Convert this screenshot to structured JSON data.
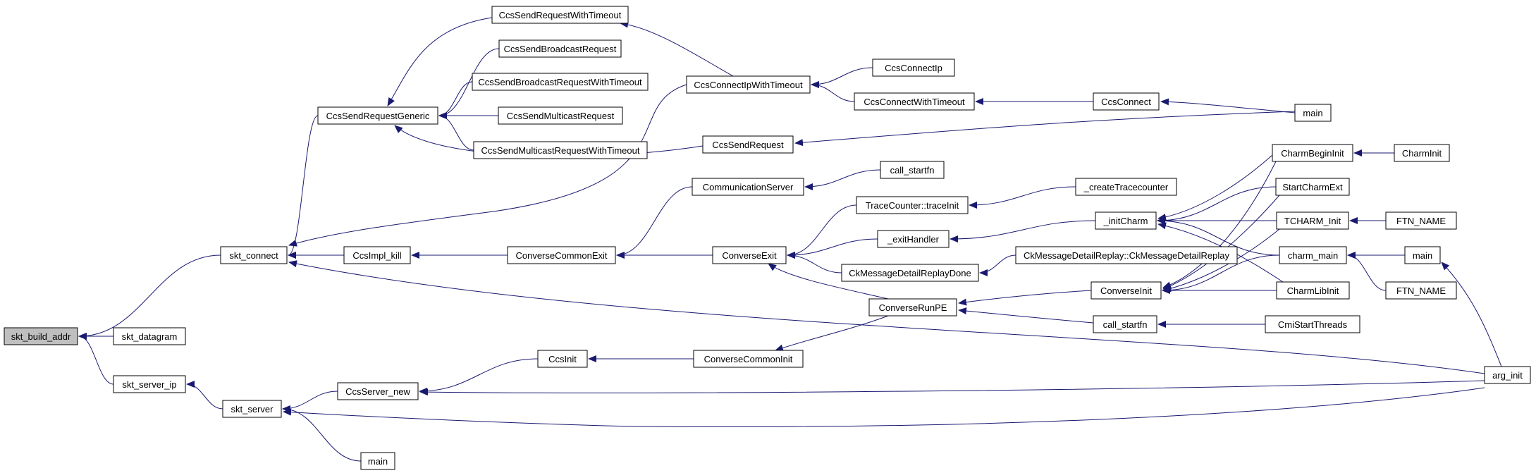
{
  "graph": {
    "title": "",
    "edge_color": "#191970",
    "current_node_fill": "#bfbfbf",
    "nodes": [
      {
        "id": "skt_build_addr",
        "label": "skt_build_addr",
        "current": true
      },
      {
        "id": "skt_datagram",
        "label": "skt_datagram"
      },
      {
        "id": "skt_server_ip",
        "label": "skt_server_ip"
      },
      {
        "id": "skt_connect",
        "label": "skt_connect"
      },
      {
        "id": "skt_server",
        "label": "skt_server"
      },
      {
        "id": "main_a",
        "label": "main"
      },
      {
        "id": "CcsSendRequestGeneric",
        "label": "CcsSendRequestGeneric"
      },
      {
        "id": "CcsImpl_kill",
        "label": "CcsImpl_kill"
      },
      {
        "id": "CcsServer_new",
        "label": "CcsServer_new"
      },
      {
        "id": "CcsSendRequestWithTimeout",
        "label": "CcsSendRequestWithTimeout"
      },
      {
        "id": "CcsSendBroadcastRequest",
        "label": "CcsSendBroadcastRequest"
      },
      {
        "id": "CcsSendBroadcastRequestWithTimeout",
        "label": "CcsSendBroadcastRequestWithTimeout"
      },
      {
        "id": "CcsSendMulticastRequest",
        "label": "CcsSendMulticastRequest"
      },
      {
        "id": "CcsSendMulticastRequestWithTimeout",
        "label": "CcsSendMulticastRequestWithTimeout"
      },
      {
        "id": "CcsInit",
        "label": "CcsInit"
      },
      {
        "id": "CcsConnectIpWithTimeout",
        "label": "CcsConnectIpWithTimeout"
      },
      {
        "id": "CcsSendRequest",
        "label": "CcsSendRequest"
      },
      {
        "id": "CommunicationServer",
        "label": "CommunicationServer"
      },
      {
        "id": "ConverseCommonExit",
        "label": "ConverseCommonExit"
      },
      {
        "id": "ConverseCommonInit",
        "label": "ConverseCommonInit"
      },
      {
        "id": "CcsConnectIp",
        "label": "CcsConnectIp"
      },
      {
        "id": "CcsConnectWithTimeout",
        "label": "CcsConnectWithTimeout"
      },
      {
        "id": "call_startfn_a",
        "label": "call_startfn"
      },
      {
        "id": "ConverseExit",
        "label": "ConverseExit"
      },
      {
        "id": "TraceCounter_traceInit",
        "label": "TraceCounter::traceInit"
      },
      {
        "id": "exitHandler",
        "label": "_exitHandler"
      },
      {
        "id": "CkMessageDetailReplayDone",
        "label": "CkMessageDetailReplayDone"
      },
      {
        "id": "ConverseRunPE",
        "label": "ConverseRunPE"
      },
      {
        "id": "CcsConnect",
        "label": "CcsConnect"
      },
      {
        "id": "createTracecounter",
        "label": "_createTracecounter"
      },
      {
        "id": "initCharm",
        "label": "_initCharm"
      },
      {
        "id": "CkMessageDetailReplay_ctor",
        "label": "CkMessageDetailReplay::CkMessageDetailReplay"
      },
      {
        "id": "ConverseInit",
        "label": "ConverseInit"
      },
      {
        "id": "call_startfn_b",
        "label": "call_startfn"
      },
      {
        "id": "CharmBeginInit",
        "label": "CharmBeginInit"
      },
      {
        "id": "StartCharmExt",
        "label": "StartCharmExt"
      },
      {
        "id": "TCHARM_Init",
        "label": "TCHARM_Init"
      },
      {
        "id": "charm_main",
        "label": "charm_main"
      },
      {
        "id": "CharmLibInit",
        "label": "CharmLibInit"
      },
      {
        "id": "CmiStartThreads",
        "label": "CmiStartThreads"
      },
      {
        "id": "main_b",
        "label": "main"
      },
      {
        "id": "CharmInit",
        "label": "CharmInit"
      },
      {
        "id": "FTN_NAME_a",
        "label": "FTN_NAME"
      },
      {
        "id": "main_c",
        "label": "main"
      },
      {
        "id": "FTN_NAME_b",
        "label": "FTN_NAME"
      },
      {
        "id": "arg_init",
        "label": "arg_init"
      }
    ],
    "edges": [
      [
        "skt_datagram",
        "skt_build_addr"
      ],
      [
        "skt_connect",
        "skt_build_addr"
      ],
      [
        "skt_server_ip",
        "skt_build_addr"
      ],
      [
        "skt_server",
        "skt_server_ip"
      ],
      [
        "CcsSendRequestGeneric",
        "skt_connect"
      ],
      [
        "CcsImpl_kill",
        "skt_connect"
      ],
      [
        "CcsConnectIpWithTimeout",
        "skt_connect"
      ],
      [
        "arg_init",
        "skt_connect"
      ],
      [
        "CcsServer_new",
        "skt_server"
      ],
      [
        "main_a",
        "skt_server"
      ],
      [
        "arg_init",
        "skt_server"
      ],
      [
        "CcsSendRequestWithTimeout",
        "CcsSendRequestGeneric"
      ],
      [
        "CcsSendBroadcastRequest",
        "CcsSendRequestGeneric"
      ],
      [
        "CcsSendBroadcastRequestWithTimeout",
        "CcsSendRequestGeneric"
      ],
      [
        "CcsSendMulticastRequest",
        "CcsSendRequestGeneric"
      ],
      [
        "CcsSendMulticastRequestWithTimeout",
        "CcsSendRequestGeneric"
      ],
      [
        "CcsSendRequest",
        "CcsSendRequestGeneric"
      ],
      [
        "ConverseCommonExit",
        "CcsImpl_kill"
      ],
      [
        "CcsInit",
        "CcsServer_new"
      ],
      [
        "arg_init",
        "CcsServer_new"
      ],
      [
        "CcsConnectIpWithTimeout",
        "CcsSendRequestWithTimeout"
      ],
      [
        "ConverseCommonInit",
        "CcsInit"
      ],
      [
        "CcsConnectIp",
        "CcsConnectIpWithTimeout"
      ],
      [
        "CcsConnectWithTimeout",
        "CcsConnectIpWithTimeout"
      ],
      [
        "main_b",
        "CcsSendRequest"
      ],
      [
        "call_startfn_a",
        "CommunicationServer"
      ],
      [
        "CommunicationServer",
        "ConverseCommonExit"
      ],
      [
        "ConverseExit",
        "ConverseCommonExit"
      ],
      [
        "ConverseRunPE",
        "ConverseCommonInit"
      ],
      [
        "CcsConnect",
        "CcsConnectWithTimeout"
      ],
      [
        "TraceCounter_traceInit",
        "ConverseExit"
      ],
      [
        "exitHandler",
        "ConverseExit"
      ],
      [
        "CkMessageDetailReplayDone",
        "ConverseExit"
      ],
      [
        "ConverseRunPE",
        "ConverseExit"
      ],
      [
        "ConverseInit",
        "ConverseRunPE"
      ],
      [
        "call_startfn_b",
        "ConverseRunPE"
      ],
      [
        "main_b",
        "CcsConnect"
      ],
      [
        "createTracecounter",
        "TraceCounter_traceInit"
      ],
      [
        "initCharm",
        "exitHandler"
      ],
      [
        "CkMessageDetailReplay_ctor",
        "CkMessageDetailReplayDone"
      ],
      [
        "CharmBeginInit",
        "initCharm"
      ],
      [
        "StartCharmExt",
        "initCharm"
      ],
      [
        "TCHARM_Init",
        "initCharm"
      ],
      [
        "charm_main",
        "initCharm"
      ],
      [
        "CharmLibInit",
        "initCharm"
      ],
      [
        "CharmBeginInit",
        "ConverseInit"
      ],
      [
        "StartCharmExt",
        "ConverseInit"
      ],
      [
        "TCHARM_Init",
        "ConverseInit"
      ],
      [
        "charm_main",
        "ConverseInit"
      ],
      [
        "CharmLibInit",
        "ConverseInit"
      ],
      [
        "CmiStartThreads",
        "call_startfn_b"
      ],
      [
        "CharmInit",
        "CharmBeginInit"
      ],
      [
        "FTN_NAME_a",
        "TCHARM_Init"
      ],
      [
        "main_c",
        "charm_main"
      ],
      [
        "FTN_NAME_b",
        "charm_main"
      ],
      [
        "arg_init",
        "main_c"
      ]
    ]
  }
}
